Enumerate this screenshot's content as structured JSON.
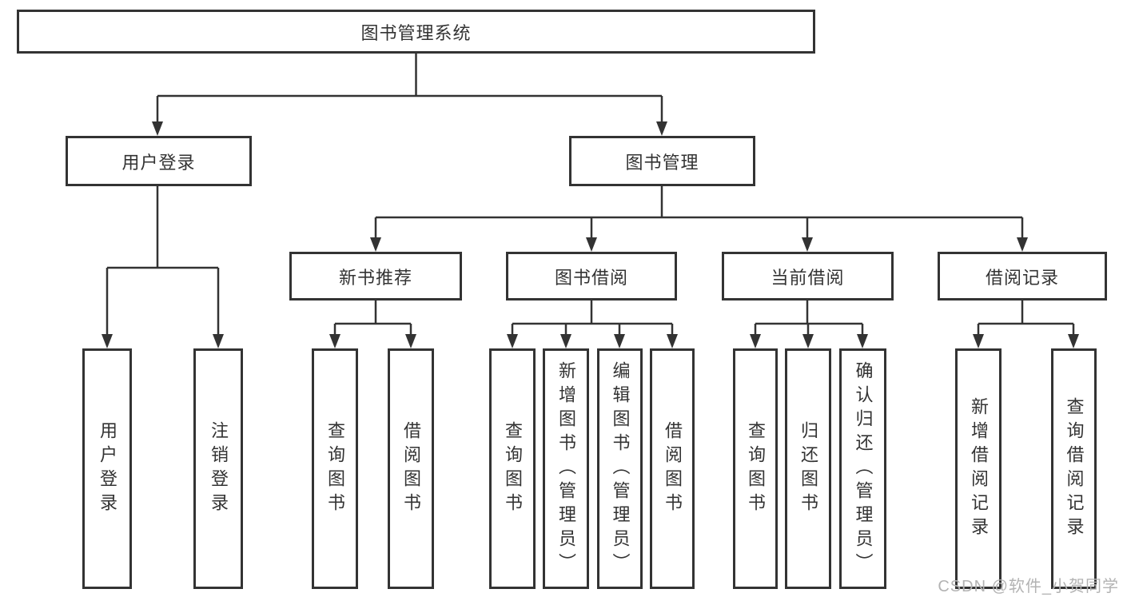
{
  "diagram": {
    "root": "图书管理系统",
    "level2": {
      "user_login": "用户登录",
      "book_management": "图书管理"
    },
    "level3": {
      "new_book_recommend": "新书推荐",
      "book_borrow": "图书借阅",
      "current_borrow": "当前借阅",
      "borrow_records": "借阅记录"
    },
    "leaves": {
      "user_login": [
        "用户登录",
        "注销登录"
      ],
      "new_book_recommend": [
        "查询图书",
        "借阅图书"
      ],
      "book_borrow": [
        "查询图书",
        "新增图书（管理员）",
        "编辑图书（管理员）",
        "借阅图书"
      ],
      "current_borrow": [
        "查询图书",
        "归还图书",
        "确认归还（管理员）"
      ],
      "borrow_records": [
        "新增借阅记录",
        "查询借阅记录"
      ]
    }
  },
  "watermark": "CSDN @软件_小贺同学",
  "colors": {
    "line": "#333333",
    "box_border": "#333333",
    "text": "#333333",
    "watermark": "#b3b3b3",
    "background": "#ffffff"
  }
}
